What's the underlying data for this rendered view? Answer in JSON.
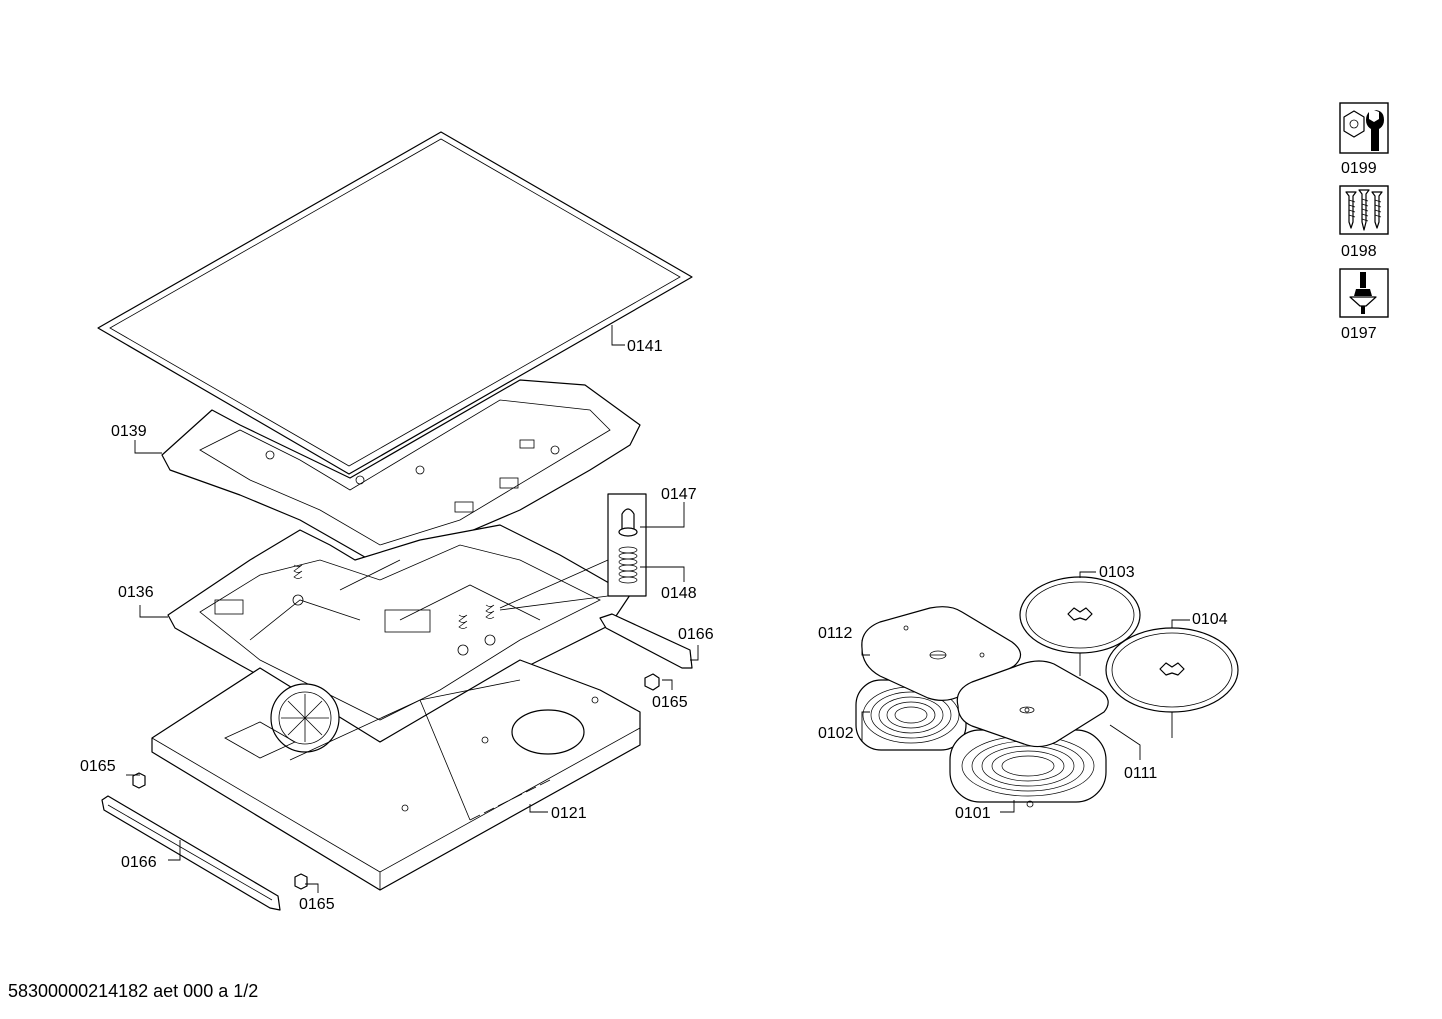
{
  "footer_text": "58300000214182 aet 000 a 1/2",
  "labels": {
    "p0141": "0141",
    "p0139": "0139",
    "p0147": "0147",
    "p0148": "0148",
    "p0136": "0136",
    "p0166a": "0166",
    "p0165a": "0165",
    "p0165b": "0165",
    "p0121": "0121",
    "p0166b": "0166",
    "p0165c": "0165",
    "p0103": "0103",
    "p0104": "0104",
    "p0112": "0112",
    "p0102": "0102",
    "p0111": "0111",
    "p0101": "0101",
    "p0199": "0199",
    "p0198": "0198",
    "p0197": "0197"
  },
  "icons": {
    "p0199": "wrench-nut-icon",
    "p0198": "screws-icon",
    "p0197": "screwdriver-icon"
  }
}
